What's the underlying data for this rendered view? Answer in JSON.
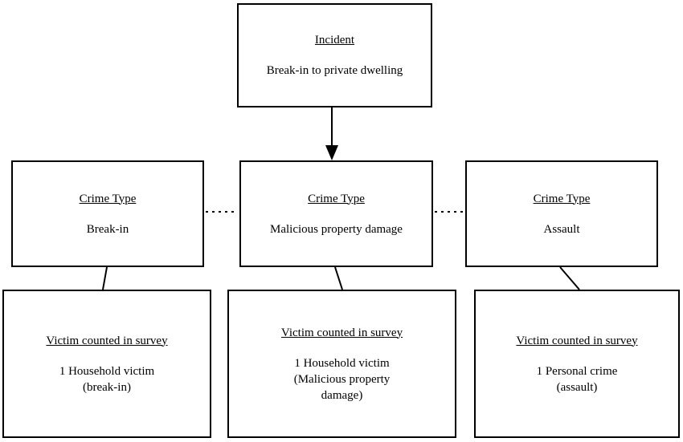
{
  "diagram": {
    "title_hint": "Counting of victims for break-in incident with multiple crime types",
    "colors": {
      "border": "#000000",
      "background": "#ffffff",
      "text": "#000000"
    },
    "incident": {
      "heading": "Incident",
      "body": "Break-in to private dwelling"
    },
    "crime_types": [
      {
        "heading": "Crime Type",
        "body": "Break-in"
      },
      {
        "heading": "Crime Type",
        "body": "Malicious property damage"
      },
      {
        "heading": "Crime Type",
        "body": "Assault"
      }
    ],
    "victims": [
      {
        "heading": "Victim counted in survey",
        "body_lines": [
          "1 Household victim",
          "(break-in)"
        ]
      },
      {
        "heading": "Victim counted in survey",
        "body_lines": [
          "1 Household victim",
          "(Malicious property",
          "damage)"
        ]
      },
      {
        "heading": "Victim counted in survey",
        "body_lines": [
          "1 Personal crime",
          "(assault)"
        ]
      }
    ]
  }
}
